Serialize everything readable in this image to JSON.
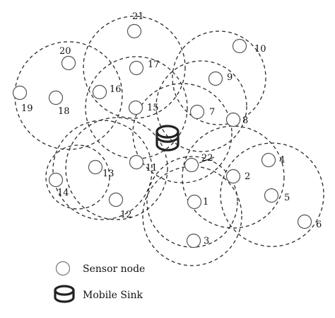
{
  "nodes": [
    {
      "id": "1"
    },
    {
      "id": "2"
    },
    {
      "id": "3"
    },
    {
      "id": "4"
    },
    {
      "id": "5"
    },
    {
      "id": "6"
    },
    {
      "id": "7"
    },
    {
      "id": "8"
    },
    {
      "id": "9"
    },
    {
      "id": "10"
    },
    {
      "id": "11"
    },
    {
      "id": "12"
    },
    {
      "id": "13"
    },
    {
      "id": "14"
    },
    {
      "id": "15"
    },
    {
      "id": "16"
    },
    {
      "id": "17"
    },
    {
      "id": "18"
    },
    {
      "id": "19"
    },
    {
      "id": "20"
    },
    {
      "id": "21"
    },
    {
      "id": "22"
    }
  ],
  "legend": {
    "sensor_label": "Sensor node",
    "sink_label": "Mobile Sink"
  }
}
